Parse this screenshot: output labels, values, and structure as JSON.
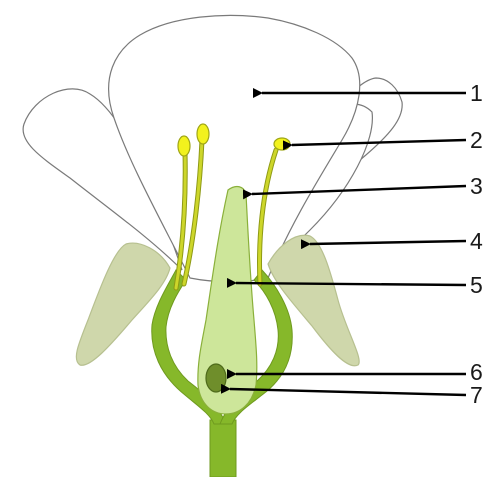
{
  "labels": [
    "1",
    "2",
    "3",
    "4",
    "5",
    "6",
    "7"
  ],
  "colors": {
    "petal_fill": "#ffffff",
    "petal_outline": "#7a7a7a",
    "sepal": "#cfd7ab",
    "stalk": "#86b82a",
    "pistil": "#cde69a",
    "anther": "#f2f21d",
    "ovule": "#6f8e2b",
    "pointer": "#000000"
  }
}
